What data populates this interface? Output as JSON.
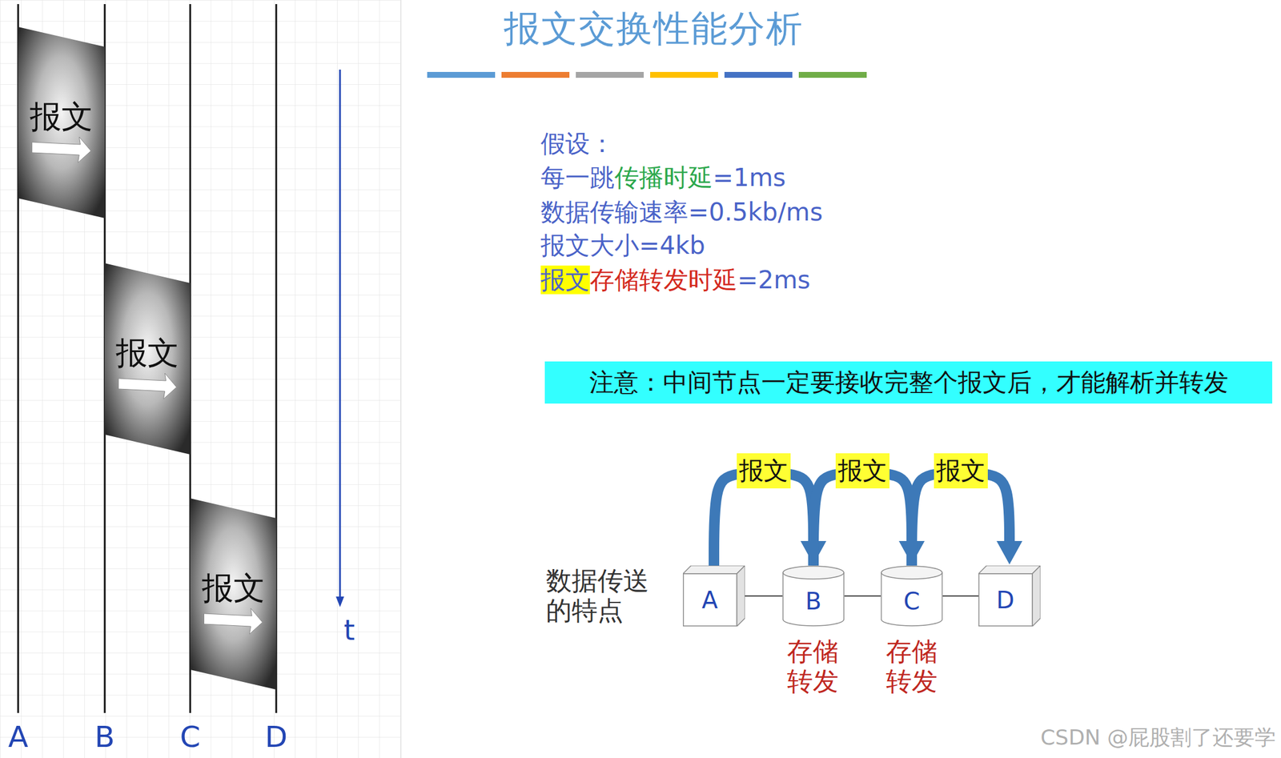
{
  "diagram": {
    "title": "报文交换性能分析",
    "nodes": [
      {
        "text": [
          "报文"
        ]
      },
      {
        "text": [
          "报文"
        ]
      },
      {
        "text": [
          "报文"
        ]
      },
      {
        "text": [
          "注意：中间节点一定要接收完整个报文后，才能解析并转发"
        ]
      },
      {
        "text": [
          "A"
        ]
      },
      {
        "text": [
          "B"
        ]
      },
      {
        "text": [
          "C"
        ]
      },
      {
        "text": [
          "D"
        ]
      }
    ],
    "edges": [
      {
        "from": 4,
        "to": 5,
        "arrow": "none"
      },
      {
        "from": 5,
        "to": 6,
        "arrow": "none"
      },
      {
        "from": 6,
        "to": 7,
        "arrow": "none"
      },
      {
        "from": 4,
        "to": 5,
        "label": "报文",
        "arrow": "to"
      },
      {
        "from": 5,
        "to": 6,
        "label": "报文",
        "arrow": "to"
      },
      {
        "from": 6,
        "to": 7,
        "label": "报文",
        "arrow": "to"
      }
    ],
    "labels": [
      "A",
      "B",
      "C",
      "D",
      "t",
      "假设：",
      "每一跳",
      "传播时延",
      "=1ms",
      "数据传输速率=0.5kb/ms",
      "报文大小=4kb",
      "报文",
      "存储转发时延",
      "=2ms",
      "数据传送 的特点",
      "存储 转发",
      "存储 转发",
      "CSDN @屁股割了还要学"
    ]
  }
}
